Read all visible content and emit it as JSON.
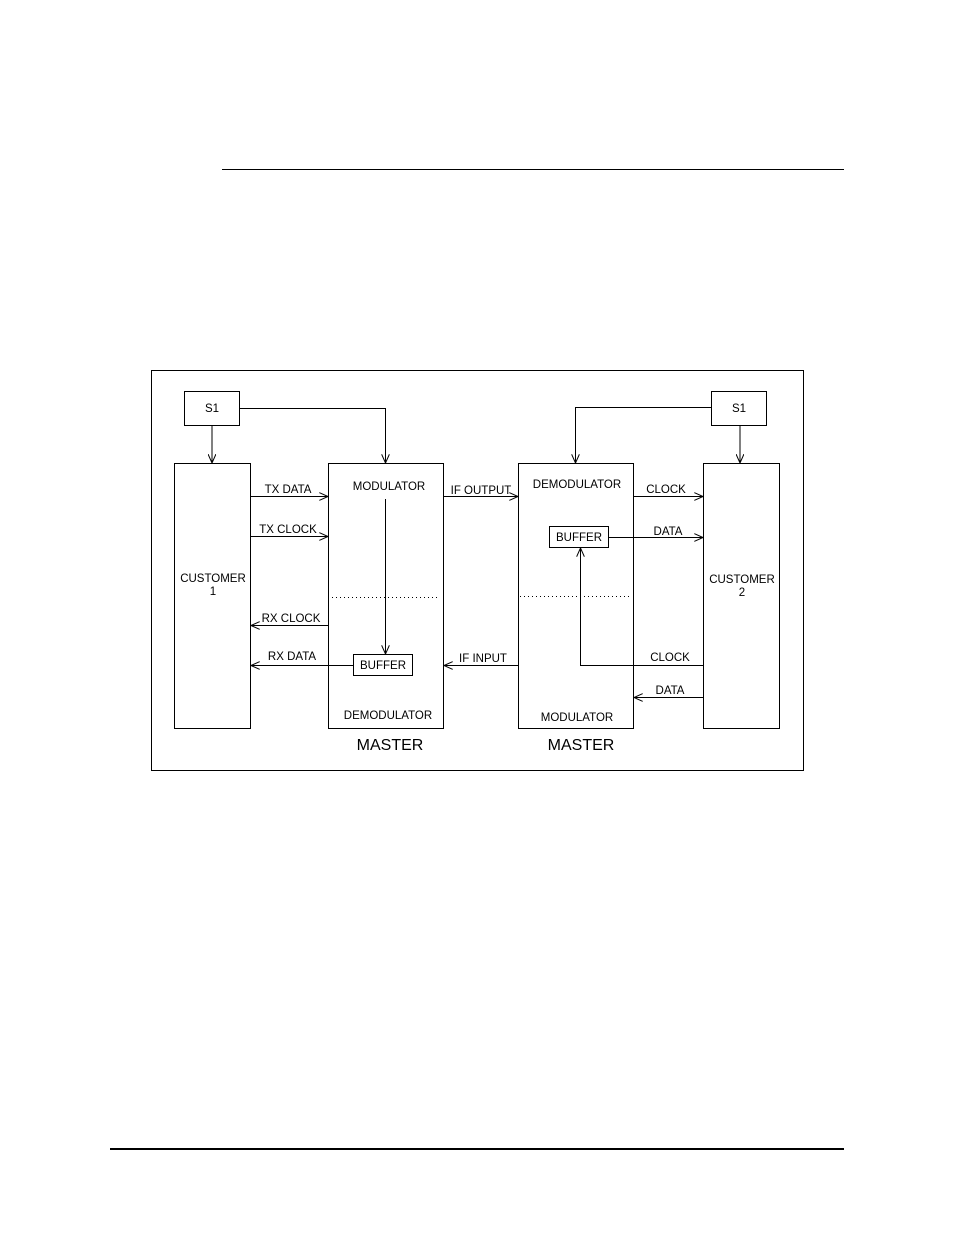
{
  "diagram": {
    "s1_left": "S1",
    "s1_right": "S1",
    "customer1": {
      "line1": "CUSTOMER",
      "line2": "1"
    },
    "customer2": {
      "line1": "CUSTOMER",
      "line2": "2"
    },
    "master_left": {
      "top_label": "MODULATOR",
      "bottom_label": "DEMODULATOR",
      "buffer": "BUFFER",
      "caption": "MASTER"
    },
    "master_right": {
      "top_label": "DEMODULATOR",
      "bottom_label": "MODULATOR",
      "buffer": "BUFFER",
      "caption": "MASTER"
    },
    "signals": {
      "tx_data": "TX DATA",
      "tx_clock": "TX CLOCK",
      "rx_clock": "RX CLOCK",
      "rx_data": "RX DATA",
      "if_output": "IF OUTPUT",
      "if_input": "IF INPUT",
      "clock_out": "CLOCK",
      "data_out": "DATA",
      "clock_in": "CLOCK",
      "data_in": "DATA"
    }
  }
}
